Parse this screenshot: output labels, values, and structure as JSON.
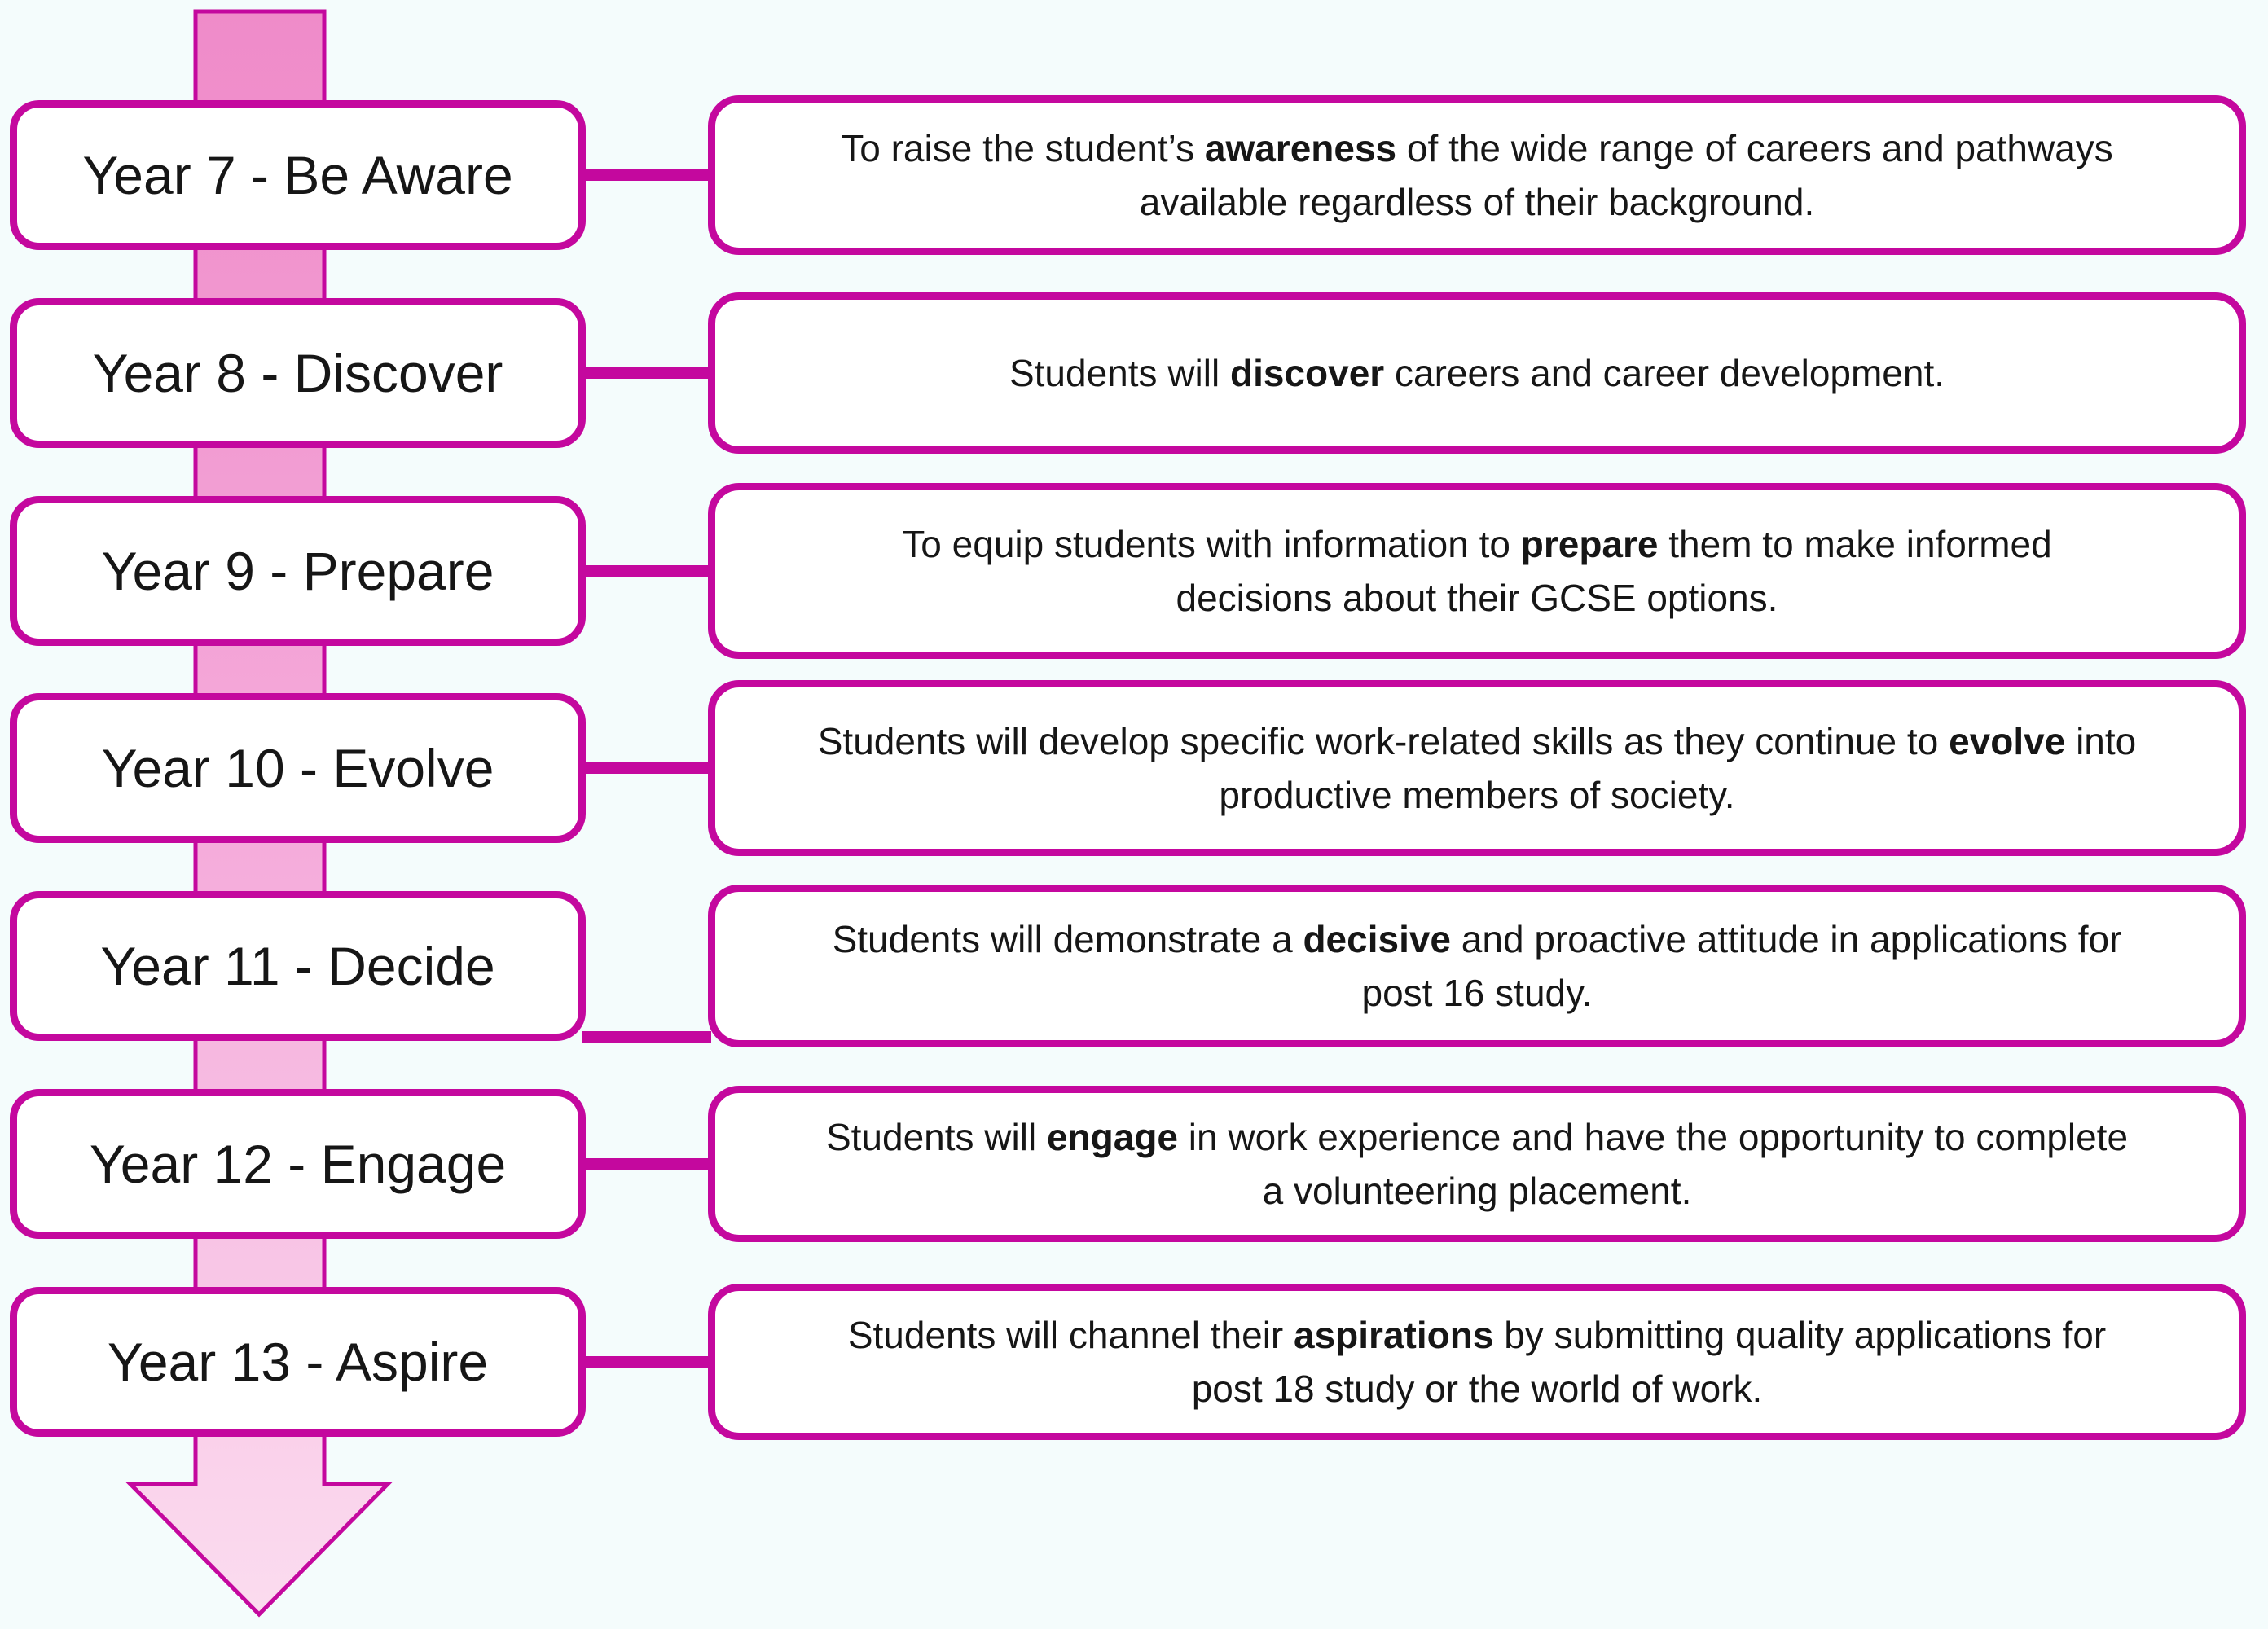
{
  "colors": {
    "accent": "#C4089E",
    "background": "#F4FCFC",
    "box_fill": "#FFFFFF",
    "text": "#161616",
    "arrow_gradient_top": "#EF8BC9",
    "arrow_gradient_mid": "#F5AEDC",
    "arrow_gradient_bottom": "#FBDCEF"
  },
  "arrow": {
    "name": "down-arrow",
    "description": "vertical progression arrow behind year boxes pointing down"
  },
  "rows": [
    {
      "year_label": "Year 7 - Be Aware",
      "description_parts": [
        {
          "t": "To raise the student’s "
        },
        {
          "t": "awareness",
          "b": true
        },
        {
          "t": " of the wide range of careers and pathways"
        },
        {
          "br": true
        },
        {
          "t": "available regardless of their background."
        }
      ]
    },
    {
      "year_label": "Year 8 - Discover",
      "description_parts": [
        {
          "t": "Students will "
        },
        {
          "t": "discover",
          "b": true
        },
        {
          "t": " careers and career development."
        }
      ]
    },
    {
      "year_label": "Year 9 - Prepare",
      "description_parts": [
        {
          "t": "To equip students with information to "
        },
        {
          "t": "prepare",
          "b": true
        },
        {
          "t": " them to make informed"
        },
        {
          "br": true
        },
        {
          "t": "decisions about their GCSE options."
        }
      ]
    },
    {
      "year_label": "Year 10 - Evolve",
      "description_parts": [
        {
          "t": "Students will develop specific work-related skills as they continue to "
        },
        {
          "t": "evolve",
          "b": true
        },
        {
          "t": " into"
        },
        {
          "br": true
        },
        {
          "t": "productive members of society."
        }
      ]
    },
    {
      "year_label": "Year 11 - Decide",
      "description_parts": [
        {
          "t": "Students will demonstrate a "
        },
        {
          "t": "decisive",
          "b": true
        },
        {
          "t": " and proactive attitude in applications for"
        },
        {
          "br": true
        },
        {
          "t": "post 16 study."
        }
      ]
    },
    {
      "year_label": "Year 12 - Engage",
      "description_parts": [
        {
          "t": "Students will "
        },
        {
          "t": "engage",
          "b": true
        },
        {
          "t": " in work experience and have the opportunity to complete"
        },
        {
          "br": true
        },
        {
          "t": "a volunteering placement."
        }
      ]
    },
    {
      "year_label": "Year 13 - Aspire",
      "description_parts": [
        {
          "t": "Students will channel their "
        },
        {
          "t": "aspirations",
          "b": true
        },
        {
          "t": " by submitting quality applications for"
        },
        {
          "br": true
        },
        {
          "t": "post 18 study or the world of work."
        }
      ]
    }
  ]
}
